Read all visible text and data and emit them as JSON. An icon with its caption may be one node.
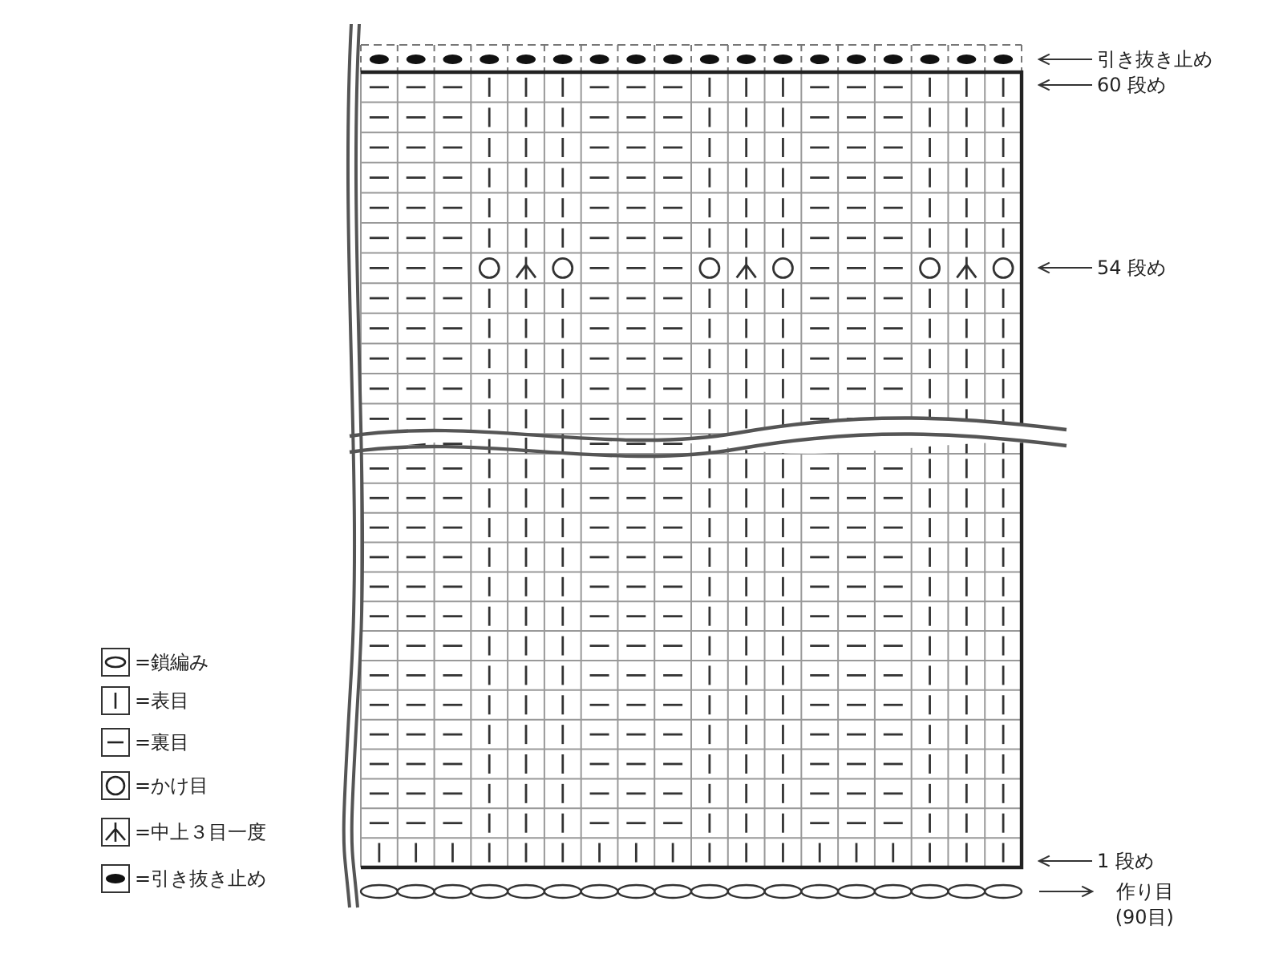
{
  "diagram": {
    "nodes": [
      {
        "text": [
          "引き抜き止め"
        ]
      },
      {
        "text": [
          "60 段め"
        ]
      },
      {
        "text": [
          "54 段め"
        ]
      },
      {
        "text": [
          "1 段め"
        ]
      },
      {
        "text": [
          "作り目(90目)"
        ]
      }
    ],
    "edges": [
      {
        "from": 0,
        "to": null,
        "arrow": "to"
      },
      {
        "from": 1,
        "to": null,
        "arrow": "to"
      },
      {
        "from": 2,
        "to": null,
        "arrow": "to"
      },
      {
        "from": 3,
        "to": null,
        "arrow": "to"
      },
      {
        "from": null,
        "to": 4,
        "arrow": "to"
      }
    ],
    "legend": [
      {
        "text": "=鎖編み"
      },
      {
        "text": "=表目"
      },
      {
        "text": "=裏目"
      },
      {
        "text": "=かけ目"
      },
      {
        "text": "=中上３目一度"
      },
      {
        "text": "=引き抜き止め"
      }
    ]
  }
}
